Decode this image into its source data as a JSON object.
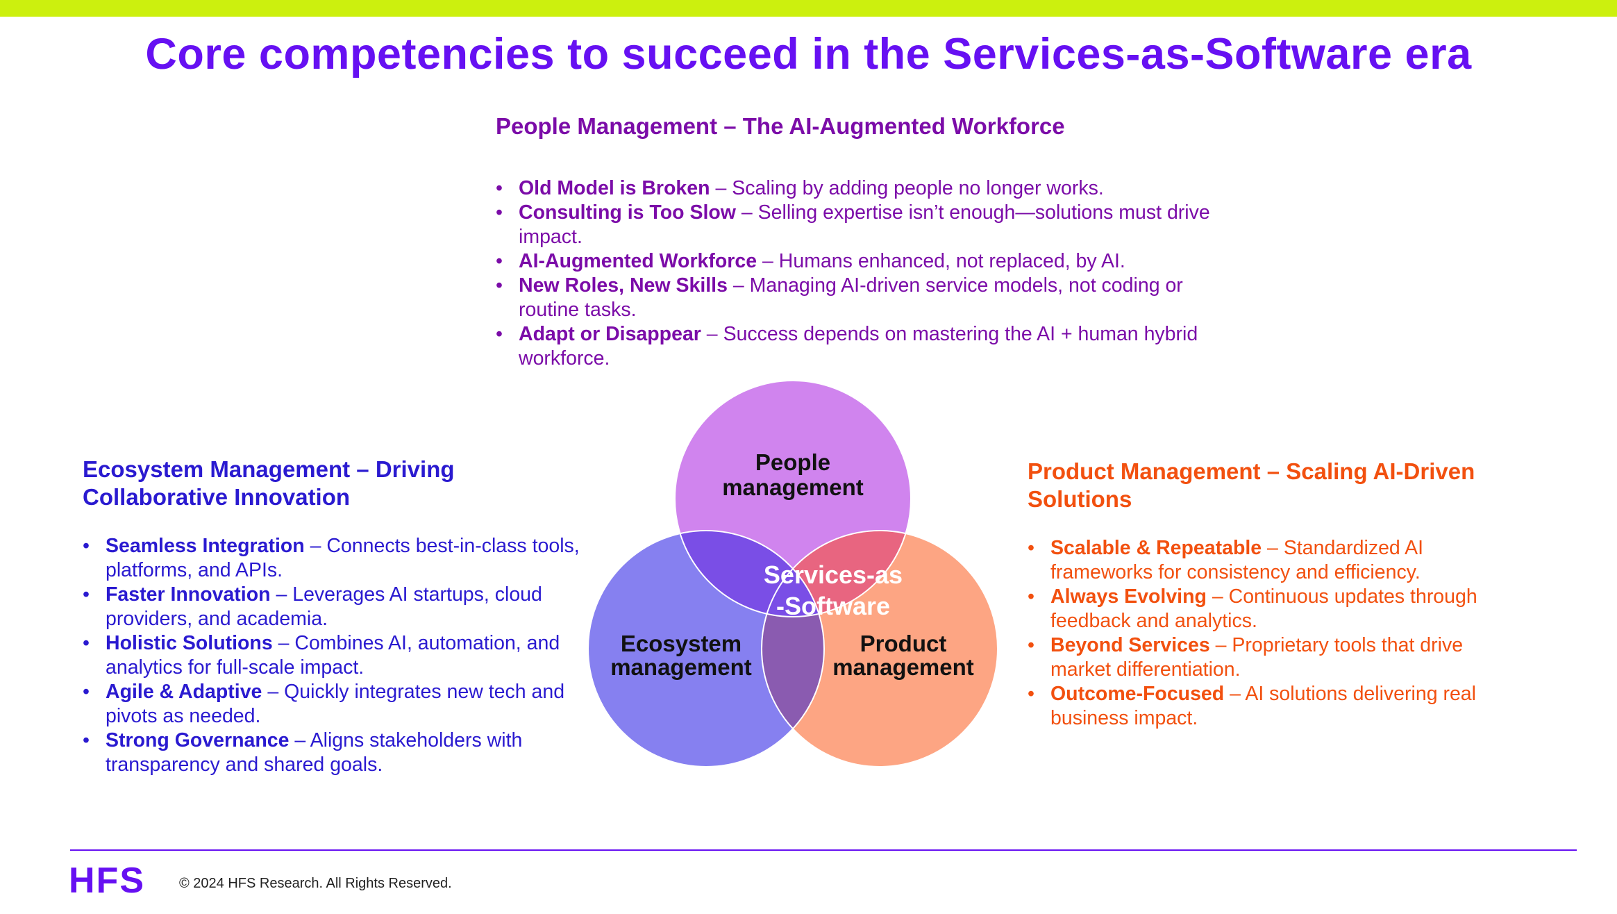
{
  "title": "Core competencies to succeed in the Services-as-Software era",
  "people": {
    "heading": "People Management – The AI-Augmented Workforce",
    "bullets": [
      {
        "bold": "Old Model is Broken",
        "text": " – Scaling by adding people no longer works."
      },
      {
        "bold": "Consulting is Too Slow",
        "text": " – Selling expertise isn’t enough—solutions must drive impact."
      },
      {
        "bold": "AI-Augmented Workforce",
        "text": " – Humans enhanced, not replaced, by AI."
      },
      {
        "bold": "New Roles, New Skills",
        "text": " – Managing AI-driven service models, not coding or routine tasks."
      },
      {
        "bold": "Adapt or Disappear",
        "text": " – Success depends on mastering the AI + human hybrid workforce."
      }
    ]
  },
  "ecosystem": {
    "heading": "Ecosystem Management – Driving Collaborative Innovation",
    "bullets": [
      {
        "bold": "Seamless Integration",
        "text": " – Connects best-in-class tools, platforms, and APIs."
      },
      {
        "bold": "Faster Innovation",
        "text": " – Leverages AI startups, cloud providers, and academia."
      },
      {
        "bold": "Holistic Solutions",
        "text": " – Combines AI, automation, and analytics for full-scale impact."
      },
      {
        "bold": "Agile & Adaptive",
        "text": " – Quickly integrates new tech and pivots as needed."
      },
      {
        "bold": "Strong Governance",
        "text": " – Aligns stakeholders with transparency and shared goals."
      }
    ]
  },
  "product": {
    "heading": "Product Management – Scaling AI-Driven Solutions",
    "bullets": [
      {
        "bold": "Scalable & Repeatable",
        "text": " – Standardized AI frameworks for consistency and efficiency."
      },
      {
        "bold": "Always Evolving",
        "text": " – Continuous updates through feedback and analytics."
      },
      {
        "bold": "Beyond Services",
        "text": " – Proprietary tools that drive market differentiation."
      },
      {
        "bold": "Outcome-Focused",
        "text": " – AI solutions delivering real business impact."
      }
    ]
  },
  "venn": {
    "people_line1": "People",
    "people_line2": "management",
    "ecosystem_line1": "Ecosystem",
    "ecosystem_line2": "management",
    "product_line1": "Product",
    "product_line2": "management",
    "center_line1": "Services-as",
    "center_line2": "-Software",
    "colors": {
      "people": "#d084ee",
      "ecosystem": "#8680f0",
      "product": "#fda583",
      "people_ecosystem": "#7a4ee6",
      "people_product": "#e86580",
      "ecosystem_product": "#8a5bb0",
      "center": "#7a4ee6"
    }
  },
  "footer": {
    "logo": "HFS",
    "copyright": "© 2024 HFS Research. All Rights Reserved."
  },
  "colors": {
    "accent_bar": "#ccf00e",
    "title": "#6610f2",
    "people": "#7b0ca8",
    "ecosystem": "#2a1ad0",
    "product": "#f2500f"
  }
}
